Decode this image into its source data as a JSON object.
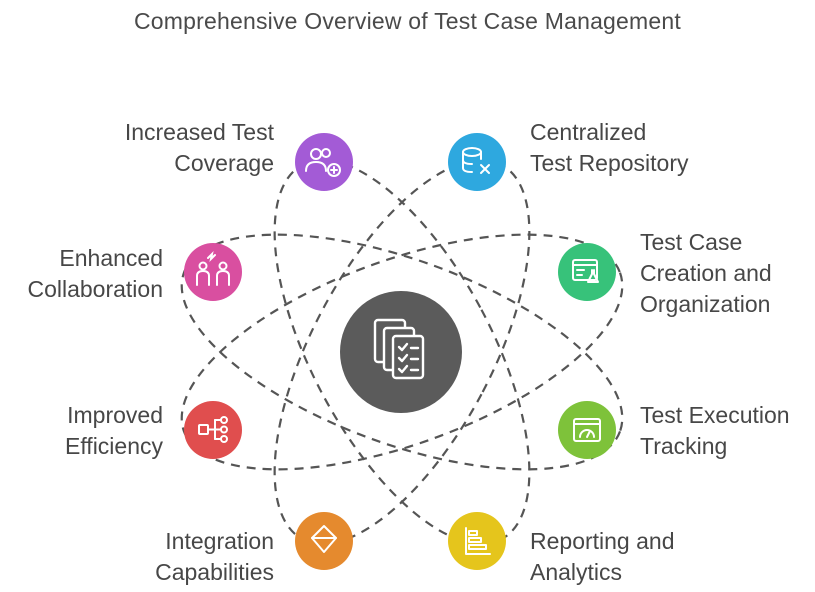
{
  "title": "Comprehensive Overview of Test Case Management",
  "center": {
    "icon": "checklist-documents-icon",
    "color": "#5b5b5b"
  },
  "nodes": [
    {
      "key": "coverage",
      "lines": [
        "Increased Test",
        "Coverage"
      ],
      "color": "#a35bd6",
      "icon": "users-plus-icon"
    },
    {
      "key": "repository",
      "lines": [
        "Centralized",
        "Test Repository"
      ],
      "color": "#2ea8df",
      "icon": "database-x-icon"
    },
    {
      "key": "collaboration",
      "lines": [
        "Enhanced",
        "Collaboration"
      ],
      "color": "#d94fa0",
      "icon": "people-exchange-icon"
    },
    {
      "key": "creation",
      "lines": [
        "Test Case",
        "Creation and",
        "Organization"
      ],
      "color": "#37c27a",
      "icon": "window-flask-icon"
    },
    {
      "key": "efficiency",
      "lines": [
        "Improved",
        "Efficiency"
      ],
      "color": "#e04e4e",
      "icon": "flow-diagram-icon"
    },
    {
      "key": "execution",
      "lines": [
        "Test Execution",
        "Tracking"
      ],
      "color": "#7ec23a",
      "icon": "browser-gauge-icon"
    },
    {
      "key": "integration",
      "lines": [
        "Integration",
        "Capabilities"
      ],
      "color": "#e58a2e",
      "icon": "funnel-icon"
    },
    {
      "key": "reporting",
      "lines": [
        "Reporting and",
        "Analytics"
      ],
      "color": "#e5c51c",
      "icon": "bar-report-icon"
    }
  ]
}
